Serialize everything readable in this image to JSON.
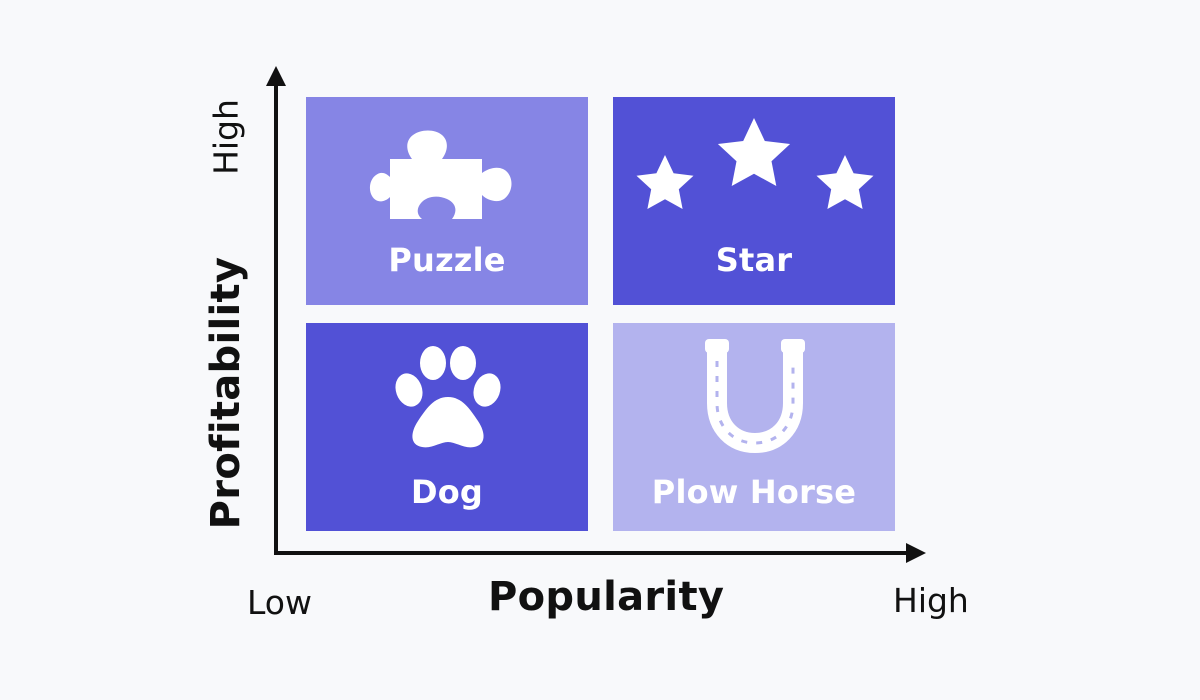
{
  "axes": {
    "x_title": "Popularity",
    "x_low": "Low",
    "x_high": "High",
    "y_title": "Profitability",
    "y_high": "High"
  },
  "quadrants": {
    "puzzle": {
      "label": "Puzzle",
      "icon": "puzzle-piece-icon",
      "color": "#8685e5"
    },
    "star": {
      "label": "Star",
      "icon": "three-stars-icon",
      "color": "#5251d6"
    },
    "dog": {
      "label": "Dog",
      "icon": "paw-print-icon",
      "color": "#5251d6"
    },
    "horse": {
      "label": "Plow Horse",
      "icon": "horseshoe-icon",
      "color": "#b3b3ee"
    }
  },
  "colors": {
    "background": "#f8f9fb",
    "axis": "#111111",
    "icon": "#ffffff"
  }
}
